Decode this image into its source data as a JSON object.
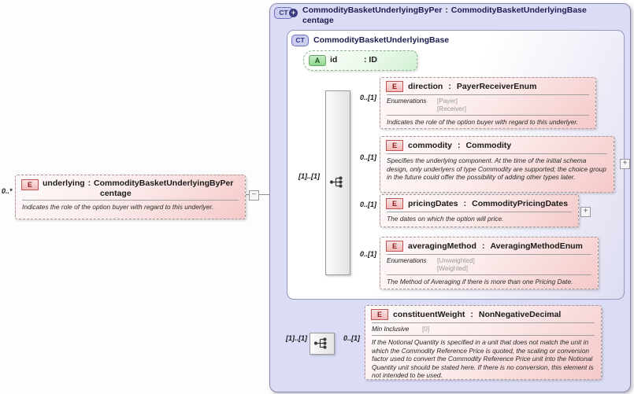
{
  "source": {
    "cardinality": "0..*",
    "badge": "E",
    "name": "underlying",
    "sep": ":",
    "type_line1": "CommodityBasketUnderlyingByPer",
    "type_line2": "centage",
    "description": "Indicates the role of the option buyer with regard to this underlyer."
  },
  "outer": {
    "badge": "CT",
    "name_line1": "CommodityBasketUnderlyingByPer",
    "name_line2": "centage",
    "sep": ":",
    "base": "CommodityBasketUnderlyingBase"
  },
  "inner": {
    "badge": "CT",
    "title": "CommodityBasketUnderlyingBase",
    "attribute": {
      "badge": "A",
      "name": "id",
      "sep": ":",
      "type": "ID"
    },
    "sequence_cardinality": "[1]..[1]",
    "elements": [
      {
        "badge": "E",
        "cardinality": "0..[1]",
        "name": "direction",
        "sep": ":",
        "type": "PayerReceiverEnum",
        "facet_label": "Enumerations",
        "facet_values": [
          "[Payer]",
          "[Receiver]"
        ],
        "description": "Indicates the role of the option buyer with regard to this underlyer."
      },
      {
        "badge": "E",
        "cardinality": "0..[1]",
        "name": "commodity",
        "sep": ":",
        "type": "Commodity",
        "description": "Specifies the underlying component. At the time of the initial schema design, only underlyers of type Commodity are supported; the choice group in the future could offer the possibility of adding other types later."
      },
      {
        "badge": "E",
        "cardinality": "0..[1]",
        "name": "pricingDates",
        "sep": ":",
        "type": "CommodityPricingDates",
        "description": "The dates on which the option will price."
      },
      {
        "badge": "E",
        "cardinality": "0..[1]",
        "name": "averagingMethod",
        "sep": ":",
        "type": "AveragingMethodEnum",
        "facet_label": "Enumerations",
        "facet_values": [
          "[Unweighted]",
          "[Weighted]"
        ],
        "description": "The Method of Averaging if there is more than one Pricing Date."
      }
    ]
  },
  "extension": {
    "sequence_cardinality": "[1]..[1]",
    "element_cardinality": "0..[1]",
    "element": {
      "badge": "E",
      "name": "constituentWeight",
      "sep": ":",
      "type": "NonNegativeDecimal",
      "facet_label": "Min Inclusive",
      "facet_values": [
        "[0]"
      ],
      "description": "If the Notional Quantity is specified in a unit that does not match the unit in which the Commodity Reference Price is quoted, the scaling or conversion factor used to convert the Commodity Reference Price unit into the Notional Quantity unit should be stated here. If there is no conversion, this element is not intended to be used."
    }
  },
  "icons": {
    "expand": "+",
    "collapse": "−"
  }
}
